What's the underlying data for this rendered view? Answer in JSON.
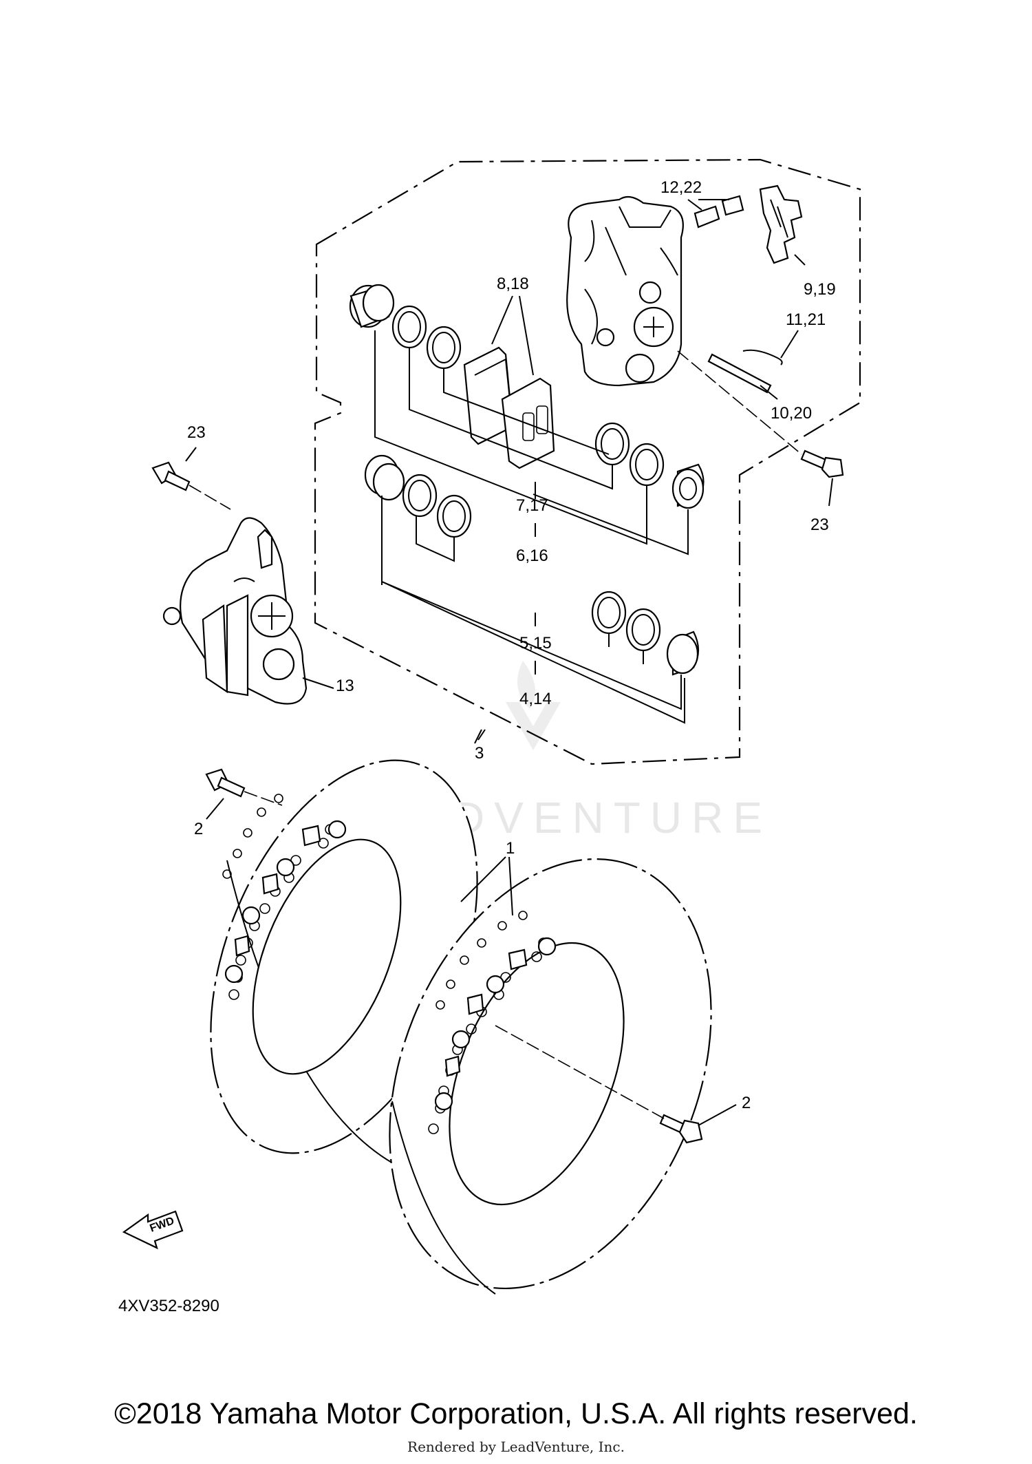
{
  "diagram": {
    "callouts": {
      "c1": "1",
      "c2a": "2",
      "c2b": "2",
      "c3": "3",
      "c4_14": "4,14",
      "c5_15": "5,15",
      "c6_16": "6,16",
      "c7_17": "7,17",
      "c8_18": "8,18",
      "c9_19": "9,19",
      "c10_20": "10,20",
      "c11_21": "11,21",
      "c12_22": "12,22",
      "c13": "13",
      "c23a": "23",
      "c23b": "23"
    },
    "fwd_label": "FWD",
    "diagram_code": "4XV352-8290",
    "watermark": "LEADVENTURE"
  },
  "footer": {
    "copyright": "©2018 Yamaha Motor Corporation, U.S.A. All rights reserved.",
    "rendered_by": "Rendered by LeadVenture, Inc."
  }
}
